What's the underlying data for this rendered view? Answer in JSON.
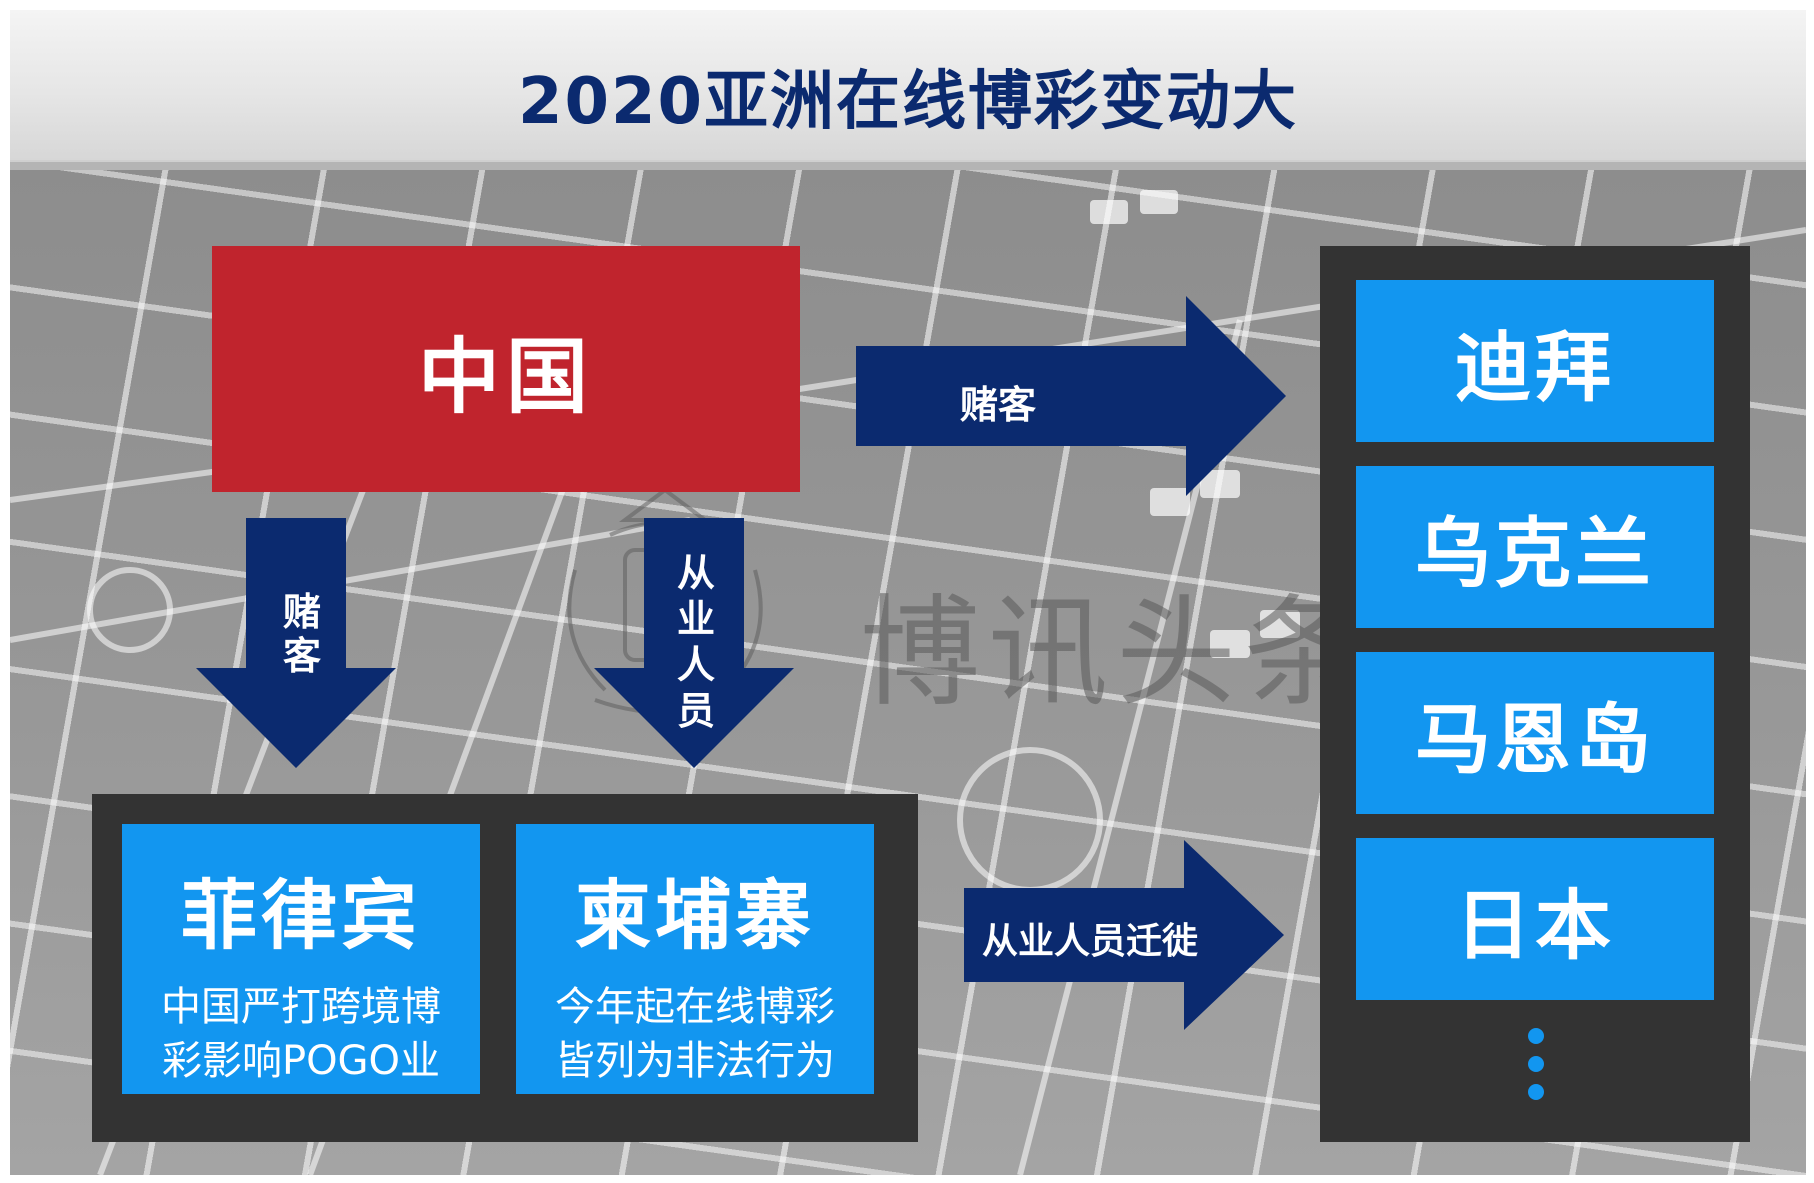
{
  "title": "2020亚洲在线博彩变动大",
  "source": {
    "label": "中国",
    "color": "#c0242d"
  },
  "arrows": {
    "right_top": "赌客",
    "down_left": "赌客",
    "down_right": "从业人员",
    "right_bottom": "从业人员迁徙"
  },
  "left_panel": {
    "cards": [
      {
        "name": "菲律宾",
        "sub_line1": "中国严打跨境博",
        "sub_line2": "彩影响POGO业"
      },
      {
        "name": "柬埔寨",
        "sub_line1": "今年起在线博彩",
        "sub_line2": "皆列为非法行为"
      }
    ]
  },
  "destinations": [
    "迪拜",
    "乌克兰",
    "马恩岛",
    "日本"
  ],
  "more_indicator": "⋮",
  "watermark": "博讯头条",
  "colors": {
    "title": "#0b2a6f",
    "arrow": "#0b2a6f",
    "card": "#1296f0",
    "panel": "#333333"
  }
}
